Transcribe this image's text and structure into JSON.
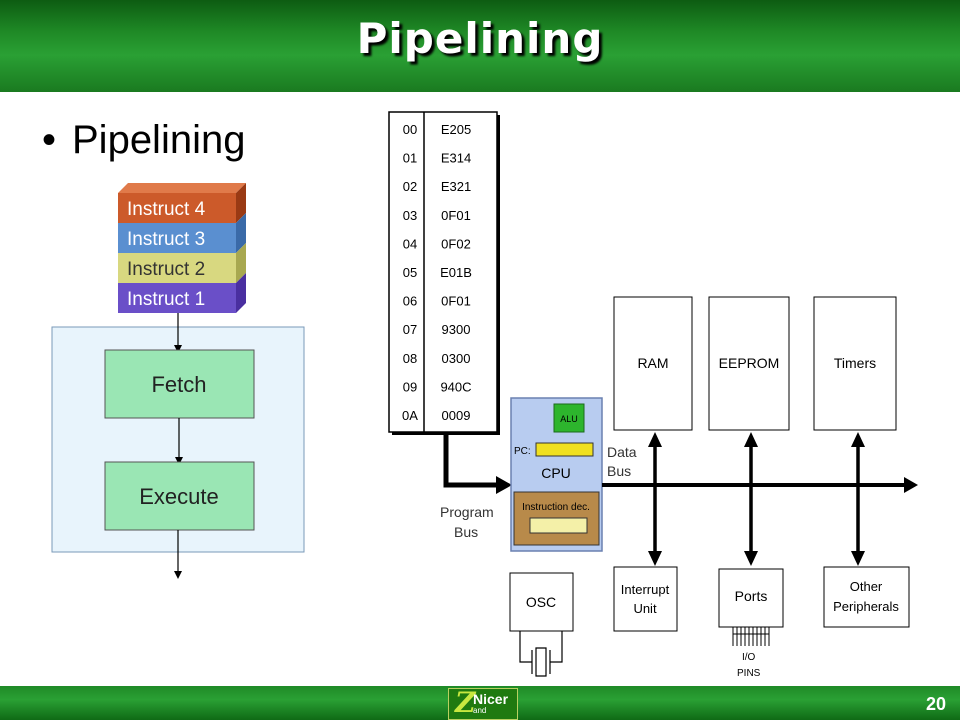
{
  "slide": {
    "title": "Pipelining",
    "bullet": "Pipelining",
    "page_number": "20",
    "logo": {
      "big_letter": "Z",
      "word": "Nicer",
      "small": "and"
    }
  },
  "instructions": [
    "Instruct 4",
    "Instruct 3",
    "Instruct 2",
    "Instruct 1"
  ],
  "stages": [
    "Fetch",
    "Execute"
  ],
  "memory": [
    {
      "addr": "00",
      "value": "E205"
    },
    {
      "addr": "01",
      "value": "E314"
    },
    {
      "addr": "02",
      "value": "E321"
    },
    {
      "addr": "03",
      "value": "0F01"
    },
    {
      "addr": "04",
      "value": "0F02"
    },
    {
      "addr": "05",
      "value": "E01B"
    },
    {
      "addr": "06",
      "value": "0F01"
    },
    {
      "addr": "07",
      "value": "9300"
    },
    {
      "addr": "08",
      "value": "0300"
    },
    {
      "addr": "09",
      "value": "940C"
    },
    {
      "addr": "0A",
      "value": "0009"
    }
  ],
  "cpu": {
    "alu": "ALU",
    "pc": "PC:",
    "label": "CPU",
    "decoder": "Instruction dec."
  },
  "peripherals_top": [
    "RAM",
    "EEPROM",
    "Timers"
  ],
  "program_bus": [
    "Program",
    "Bus"
  ],
  "data_bus": [
    "Data",
    "Bus"
  ],
  "osc": "OSC",
  "interrupt_unit": [
    "Interrupt",
    "Unit"
  ],
  "ports": "Ports",
  "io_pins": [
    "I/O",
    "PINS"
  ],
  "other_peripherals": [
    "Other",
    "Peripherals"
  ],
  "colors": {
    "instr4": "#cc5a2a",
    "instr3": "#5a8fd0",
    "instr2": "#d8d880",
    "instr1": "#6a4fc8",
    "stage": "#9ae6b4",
    "panel": "#e8f4fc",
    "cpu": "#b8ccf0",
    "alu": "#2db52d",
    "pc": "#f0e020",
    "decoder": "#b88a4a",
    "header": "#1f8a26"
  }
}
